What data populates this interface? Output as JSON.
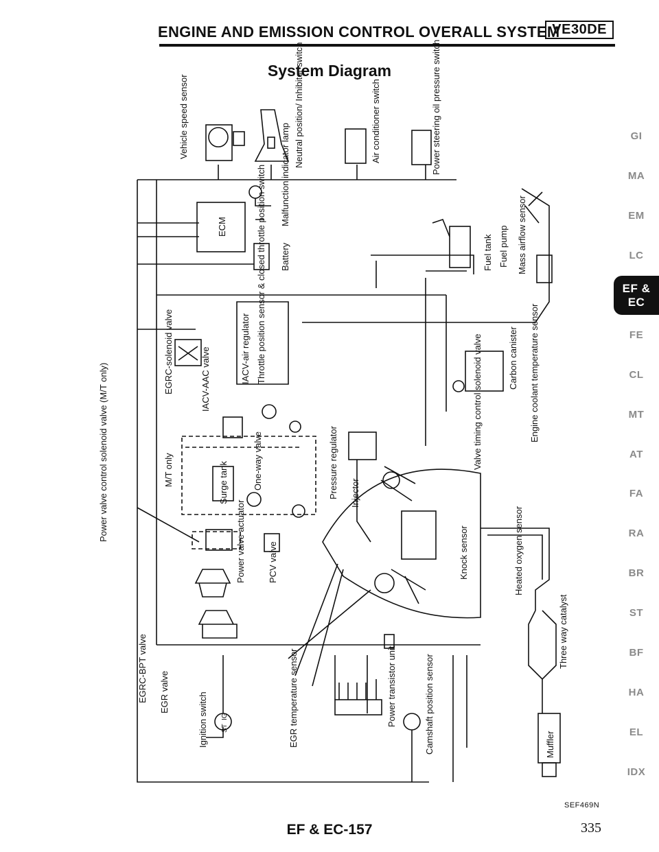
{
  "header": {
    "title": "ENGINE AND EMISSION CONTROL OVERALL SYSTEM",
    "model_tag": "VE30DE"
  },
  "subtitle": "System Diagram",
  "diagram_labels": {
    "vehicle_speed_sensor": "Vehicle speed sensor",
    "neutral_switch": "Neutral position/ Inhibitor switch",
    "air_conditioner_switch": "Air conditioner switch",
    "power_steering_switch": "Power steering oil pressure switch",
    "ecm": "ECM",
    "malfunction_lamp": "Malfunction indicator lamp",
    "battery": "Battery",
    "fuel_tank": "Fuel tank",
    "fuel_pump": "Fuel pump",
    "mass_airflow_sensor": "Mass airflow sensor",
    "iacv_air_regulator": "IACV-air regulator",
    "throttle_sensor": "Throttle position sensor & closed throttle position switch",
    "egrc_solenoid": "EGRC-solenoid valve",
    "iacv_aac": "IACV-AAC valve",
    "carbon_canister": "Carbon canister",
    "coolant_sensor": "Engine coolant temperature sensor",
    "mt_only": "M/T only",
    "surge_tank": "Surge tank",
    "one_way_valve": "One-way valve",
    "pressure_regulator": "Pressure regulator",
    "injector": "Injector",
    "valve_timing": "Valve timing control solenoid valve",
    "power_valve_solenoid": "Power valve control solenoid valve (M/T only)",
    "power_valve_actuator": "Power valve actuator",
    "pcv_valve": "PCV valve",
    "knock_sensor": "Knock sensor",
    "heated_oxygen": "Heated oxygen sensor",
    "egrc_bpt": "EGRC-BPT valve",
    "egr_valve": "EGR valve",
    "ignition_switch": "Ignition switch",
    "ig": "IG",
    "st": "ST",
    "egr_temp_sensor": "EGR temperature sensor",
    "power_transistor": "Power transistor unit",
    "camshaft_sensor": "Camshaft position sensor",
    "three_way_catalyst": "Three way catalyst",
    "muffler": "Muffler"
  },
  "side_nav": {
    "items": [
      "GI",
      "MA",
      "EM",
      "LC",
      "EF & EC",
      "FE",
      "CL",
      "MT",
      "AT",
      "FA",
      "RA",
      "BR",
      "ST",
      "BF",
      "HA",
      "EL",
      "IDX"
    ],
    "active": "EF & EC",
    "active_lines": [
      "EF &",
      "EC"
    ]
  },
  "figure_code": "SEF469N",
  "footer": {
    "section_page": "EF & EC-157",
    "page_number": "335"
  }
}
